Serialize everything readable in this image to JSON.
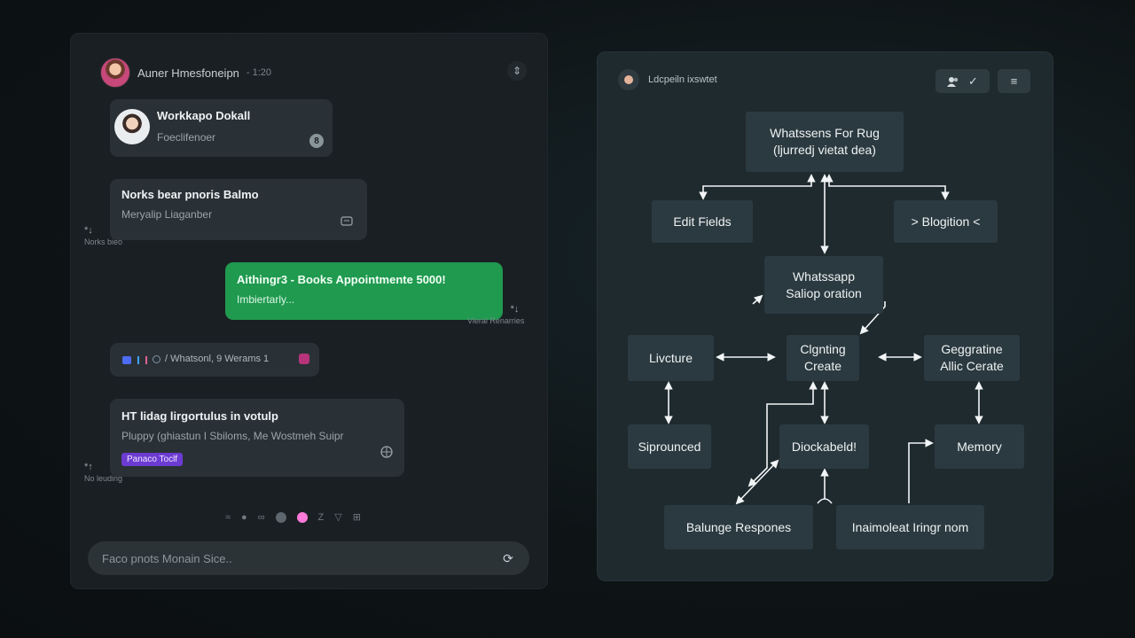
{
  "chat": {
    "header": {
      "title": "Auner Hmesfoneipn",
      "time": "- 1:20",
      "action_icon": "⇕"
    },
    "messages": [
      {
        "id": "contact-card",
        "title": "Workkapo Dokall",
        "subtitle": "Foeclifenoer",
        "badge": "8"
      },
      {
        "id": "msg-1",
        "title": "Norks bear pnoris Balmo",
        "subtitle": "Meryalip Liaganber",
        "meta": "Norks bieo"
      },
      {
        "id": "msg-green",
        "title": "Aithingr3 - Books Appointmente 5000!",
        "subtitle": "Imbiertarly...",
        "meta": "Vieral Renarries"
      },
      {
        "id": "chip",
        "text": "/ Whatsonl, 9 Werams  1"
      },
      {
        "id": "msg-3",
        "title": "HT lidag lirgortulus in votulp",
        "subtitle": "Pluppy (ghiastun I Sbiloms, Me Wostmeh Suipr",
        "tag": "Panaco Toclf",
        "meta": "No leuding"
      }
    ],
    "composer": {
      "placeholder": "Faco pnots Monain Sice.."
    }
  },
  "flow": {
    "header": {
      "label": "Ldcpeiln ixswtet"
    },
    "toolbar": {
      "user_check": "✓",
      "menu": "≡"
    },
    "nodes": {
      "top": [
        "Whatssens For Rug",
        "(ljurredj vietat dea)"
      ],
      "edit": "Edit Fields",
      "blogition": "> Blogition <",
      "whatsapp": [
        "Whatssapp",
        "Saliop oration"
      ],
      "livcture": "Livcture",
      "clgnting": [
        "Clgnting",
        "Create"
      ],
      "geggratine": [
        "Geggratine",
        "Allic Cerate"
      ],
      "siprounced": "Siprounced",
      "diockabeld": "Diockabeld!",
      "memory": "Memory",
      "balunge": "Balunge Respones",
      "inaimoleat": "Inaimoleat Iringr nom"
    }
  },
  "colors": {
    "accent_green": "#1f9a4f",
    "tag_purple": "#6c3bd1",
    "panel": "#1f2a2e",
    "active_dot": "#ff7ad9"
  }
}
